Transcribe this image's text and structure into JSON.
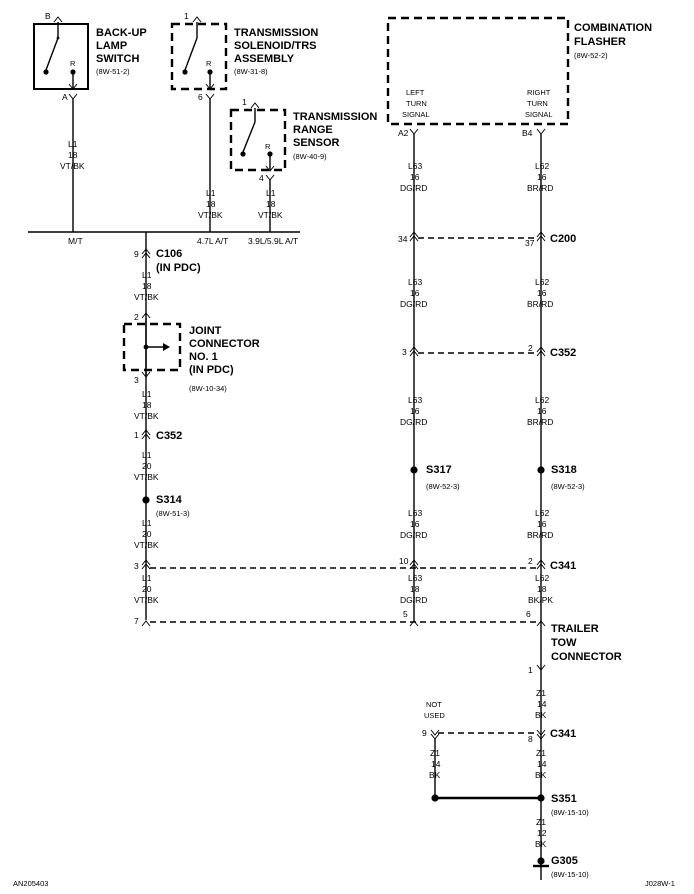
{
  "components": {
    "backup_lamp_switch": {
      "name_lines": [
        "BACK-UP",
        "LAMP",
        "SWITCH"
      ],
      "ref": "(8W-51-2)",
      "pin_top": "B",
      "pin_r": "R",
      "pin_out": "A"
    },
    "trans_solenoid": {
      "name_lines": [
        "TRANSMISSION",
        "SOLENOID/TRS",
        "ASSEMBLY"
      ],
      "ref": "(8W-31-8)",
      "pin_top": "1",
      "pin_r": "R",
      "pin_out": "6"
    },
    "trans_range_sensor": {
      "name_lines": [
        "TRANSMISSION",
        "RANGE",
        "SENSOR"
      ],
      "ref": "(8W-40-9)",
      "pin_top": "1",
      "pin_r": "R",
      "pin_out": "4"
    },
    "combination_flasher": {
      "name_lines": [
        "COMBINATION",
        "FLASHER"
      ],
      "ref": "(8W-52-2)",
      "left_lines": [
        "LEFT",
        "TURN",
        "SIGNAL"
      ],
      "right_lines": [
        "RIGHT",
        "TURN",
        "SIGNAL"
      ],
      "pin_left": "A2",
      "pin_right": "B4"
    },
    "joint_connector": {
      "name_lines": [
        "JOINT",
        "CONNECTOR",
        "NO. 1",
        "(IN PDC)"
      ],
      "ref": "(8W-10-34)",
      "pin_top": "2",
      "pin_bottom": "3"
    },
    "trailer_tow": {
      "name_lines": [
        "TRAILER",
        "TOW",
        "CONNECTOR"
      ],
      "pin": "1"
    }
  },
  "wires": {
    "l1_18_vtbk": [
      "L1",
      "18",
      "VT/BK"
    ],
    "l1_20_vtbk": [
      "L1",
      "20",
      "VT/BK"
    ],
    "l63_16": [
      "L63",
      "16",
      "DG/RD"
    ],
    "l62_16": [
      "L62",
      "16",
      "BR/RD"
    ],
    "l63_18": [
      "L63",
      "18",
      "DG/RD"
    ],
    "l62_18": [
      "L62",
      "18",
      "BK/PK"
    ],
    "z1_14": [
      "Z1",
      "14",
      "BK"
    ],
    "z1_12": [
      "Z1",
      "12",
      "BK"
    ]
  },
  "options": {
    "mt": "M/T",
    "a47": "4.7L A/T",
    "a39": "3.9L/5.9L A/T"
  },
  "connectors": {
    "c106": {
      "name": "C106",
      "sub": "(IN PDC)",
      "pin": "9"
    },
    "c200": {
      "name": "C200",
      "pin_l": "34",
      "pin_r": "37"
    },
    "c352a": {
      "name": "C352",
      "pin_l": "3",
      "pin_r": "2"
    },
    "c352b": {
      "name": "C352",
      "pin": "1"
    },
    "c341a": {
      "name": "C341",
      "pin_a": "3",
      "pin_b": "10",
      "pin_c": "2"
    },
    "c341_bottom": {
      "pin_a": "7",
      "pin_b": "5",
      "pin_c": "6"
    },
    "c341b": {
      "name": "C341",
      "pin_nu": "9",
      "pin": "8",
      "not_used": [
        "NOT",
        "USED"
      ]
    }
  },
  "splices": {
    "s314": {
      "name": "S314",
      "ref": "(8W-51-3)"
    },
    "s317": {
      "name": "S317",
      "ref": "(8W-52-3)"
    },
    "s318": {
      "name": "S318",
      "ref": "(8W-52-3)"
    },
    "s351": {
      "name": "S351",
      "ref": "(8W-15-10)"
    },
    "g305": {
      "name": "G305",
      "ref": "(8W-15-10)"
    }
  },
  "footer": {
    "left": "AN205403",
    "right": "J028W-1"
  }
}
